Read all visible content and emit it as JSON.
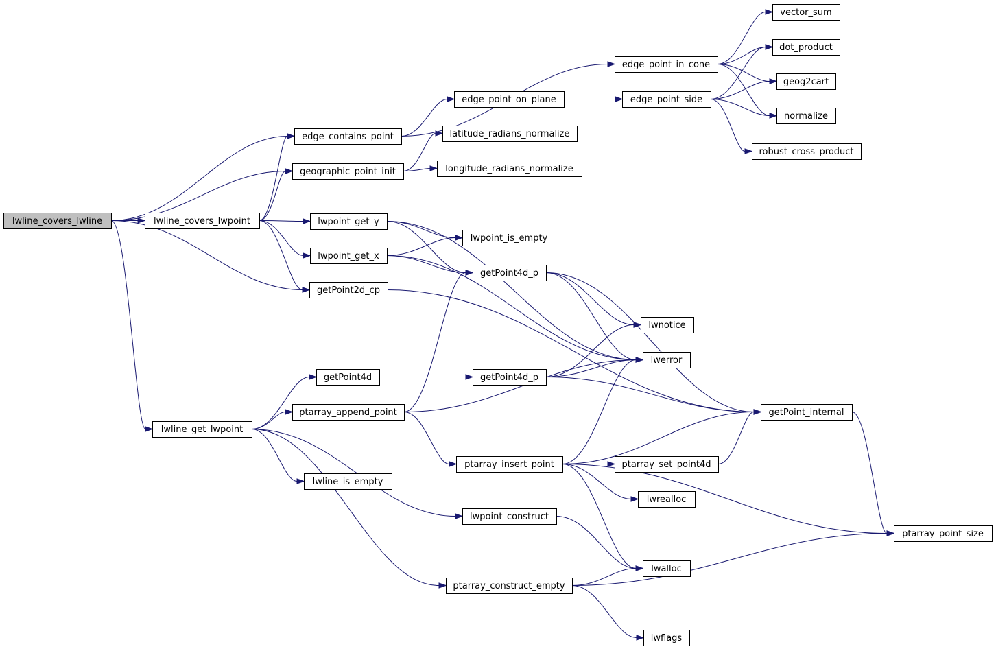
{
  "colors": {
    "edge": "#191970",
    "root_fill": "#bfbfbf",
    "node_fill": "#ffffff",
    "node_border": "#000000"
  },
  "nodes": [
    {
      "id": "lwline_covers_lwline",
      "label": "lwline_covers_lwline",
      "root": true
    },
    {
      "id": "lwline_covers_lwpoint",
      "label": "lwline_covers_lwpoint"
    },
    {
      "id": "lwline_get_lwpoint",
      "label": "lwline_get_lwpoint"
    },
    {
      "id": "edge_contains_point",
      "label": "edge_contains_point"
    },
    {
      "id": "geographic_point_init",
      "label": "geographic_point_init"
    },
    {
      "id": "lwpoint_get_y",
      "label": "lwpoint_get_y"
    },
    {
      "id": "lwpoint_get_x",
      "label": "lwpoint_get_x"
    },
    {
      "id": "getPoint2d_cp",
      "label": "getPoint2d_cp"
    },
    {
      "id": "getPoint4d",
      "label": "getPoint4d"
    },
    {
      "id": "ptarray_append_point",
      "label": "ptarray_append_point"
    },
    {
      "id": "lwline_is_empty",
      "label": "lwline_is_empty"
    },
    {
      "id": "edge_point_on_plane",
      "label": "edge_point_on_plane"
    },
    {
      "id": "latitude_radians_normalize",
      "label": "latitude_radians_normalize"
    },
    {
      "id": "longitude_radians_normalize",
      "label": "longitude_radians_normalize"
    },
    {
      "id": "lwpoint_is_empty",
      "label": "lwpoint_is_empty"
    },
    {
      "id": "getPoint4d_p_a",
      "label": "getPoint4d_p"
    },
    {
      "id": "getPoint4d_p_b",
      "label": "getPoint4d_p"
    },
    {
      "id": "ptarray_insert_point",
      "label": "ptarray_insert_point"
    },
    {
      "id": "lwpoint_construct",
      "label": "lwpoint_construct"
    },
    {
      "id": "ptarray_construct_empty",
      "label": "ptarray_construct_empty"
    },
    {
      "id": "edge_point_in_cone",
      "label": "edge_point_in_cone"
    },
    {
      "id": "edge_point_side",
      "label": "edge_point_side"
    },
    {
      "id": "lwnotice",
      "label": "lwnotice"
    },
    {
      "id": "lwerror",
      "label": "lwerror"
    },
    {
      "id": "ptarray_set_point4d",
      "label": "ptarray_set_point4d"
    },
    {
      "id": "lwrealloc",
      "label": "lwrealloc"
    },
    {
      "id": "lwalloc",
      "label": "lwalloc"
    },
    {
      "id": "lwflags",
      "label": "lwflags"
    },
    {
      "id": "vector_sum",
      "label": "vector_sum"
    },
    {
      "id": "dot_product",
      "label": "dot_product"
    },
    {
      "id": "geog2cart",
      "label": "geog2cart"
    },
    {
      "id": "normalize",
      "label": "normalize"
    },
    {
      "id": "robust_cross_product",
      "label": "robust_cross_product"
    },
    {
      "id": "getPoint_internal",
      "label": "getPoint_internal"
    },
    {
      "id": "ptarray_point_size",
      "label": "ptarray_point_size"
    }
  ],
  "edges": [
    {
      "from": "lwline_covers_lwline",
      "to": "lwline_covers_lwpoint"
    },
    {
      "from": "lwline_covers_lwline",
      "to": "edge_contains_point"
    },
    {
      "from": "lwline_covers_lwline",
      "to": "geographic_point_init"
    },
    {
      "from": "lwline_covers_lwline",
      "to": "getPoint2d_cp"
    },
    {
      "from": "lwline_covers_lwline",
      "to": "lwline_get_lwpoint"
    },
    {
      "from": "lwline_covers_lwpoint",
      "to": "edge_contains_point"
    },
    {
      "from": "lwline_covers_lwpoint",
      "to": "geographic_point_init"
    },
    {
      "from": "lwline_covers_lwpoint",
      "to": "lwpoint_get_y"
    },
    {
      "from": "lwline_covers_lwpoint",
      "to": "lwpoint_get_x"
    },
    {
      "from": "lwline_covers_lwpoint",
      "to": "getPoint2d_cp"
    },
    {
      "from": "edge_contains_point",
      "to": "edge_point_in_cone"
    },
    {
      "from": "edge_contains_point",
      "to": "edge_point_on_plane"
    },
    {
      "from": "edge_point_on_plane",
      "to": "edge_point_side"
    },
    {
      "from": "edge_point_in_cone",
      "to": "vector_sum"
    },
    {
      "from": "edge_point_in_cone",
      "to": "dot_product"
    },
    {
      "from": "edge_point_in_cone",
      "to": "geog2cart"
    },
    {
      "from": "edge_point_in_cone",
      "to": "normalize"
    },
    {
      "from": "edge_point_side",
      "to": "dot_product"
    },
    {
      "from": "edge_point_side",
      "to": "geog2cart"
    },
    {
      "from": "edge_point_side",
      "to": "normalize"
    },
    {
      "from": "edge_point_side",
      "to": "robust_cross_product"
    },
    {
      "from": "geographic_point_init",
      "to": "latitude_radians_normalize"
    },
    {
      "from": "geographic_point_init",
      "to": "longitude_radians_normalize"
    },
    {
      "from": "lwpoint_get_y",
      "to": "lwpoint_is_empty"
    },
    {
      "from": "lwpoint_get_y",
      "to": "getPoint4d_p_a"
    },
    {
      "from": "lwpoint_get_y",
      "to": "lwerror"
    },
    {
      "from": "lwpoint_get_x",
      "to": "lwpoint_is_empty"
    },
    {
      "from": "lwpoint_get_x",
      "to": "getPoint4d_p_a"
    },
    {
      "from": "lwpoint_get_x",
      "to": "lwerror"
    },
    {
      "from": "getPoint4d_p_a",
      "to": "lwnotice"
    },
    {
      "from": "getPoint4d_p_a",
      "to": "lwerror"
    },
    {
      "from": "getPoint4d_p_a",
      "to": "getPoint_internal"
    },
    {
      "from": "getPoint2d_cp",
      "to": "getPoint_internal"
    },
    {
      "from": "lwline_get_lwpoint",
      "to": "getPoint4d"
    },
    {
      "from": "lwline_get_lwpoint",
      "to": "ptarray_append_point"
    },
    {
      "from": "lwline_get_lwpoint",
      "to": "lwline_is_empty"
    },
    {
      "from": "lwline_get_lwpoint",
      "to": "lwpoint_construct"
    },
    {
      "from": "lwline_get_lwpoint",
      "to": "ptarray_construct_empty"
    },
    {
      "from": "getPoint4d",
      "to": "getPoint4d_p_b"
    },
    {
      "from": "getPoint4d_p_b",
      "to": "lwnotice"
    },
    {
      "from": "getPoint4d_p_b",
      "to": "lwerror"
    },
    {
      "from": "getPoint4d_p_b",
      "to": "getPoint_internal"
    },
    {
      "from": "ptarray_append_point",
      "to": "getPoint4d_p_a"
    },
    {
      "from": "ptarray_append_point",
      "to": "lwerror"
    },
    {
      "from": "ptarray_append_point",
      "to": "ptarray_insert_point"
    },
    {
      "from": "ptarray_insert_point",
      "to": "lwerror"
    },
    {
      "from": "ptarray_insert_point",
      "to": "getPoint_internal"
    },
    {
      "from": "ptarray_insert_point",
      "to": "ptarray_set_point4d"
    },
    {
      "from": "ptarray_insert_point",
      "to": "lwrealloc"
    },
    {
      "from": "ptarray_insert_point",
      "to": "lwalloc"
    },
    {
      "from": "ptarray_insert_point",
      "to": "ptarray_point_size"
    },
    {
      "from": "ptarray_set_point4d",
      "to": "getPoint_internal"
    },
    {
      "from": "getPoint_internal",
      "to": "ptarray_point_size"
    },
    {
      "from": "lwpoint_construct",
      "to": "lwalloc"
    },
    {
      "from": "ptarray_construct_empty",
      "to": "lwalloc"
    },
    {
      "from": "ptarray_construct_empty",
      "to": "ptarray_point_size"
    },
    {
      "from": "ptarray_construct_empty",
      "to": "lwflags"
    }
  ]
}
